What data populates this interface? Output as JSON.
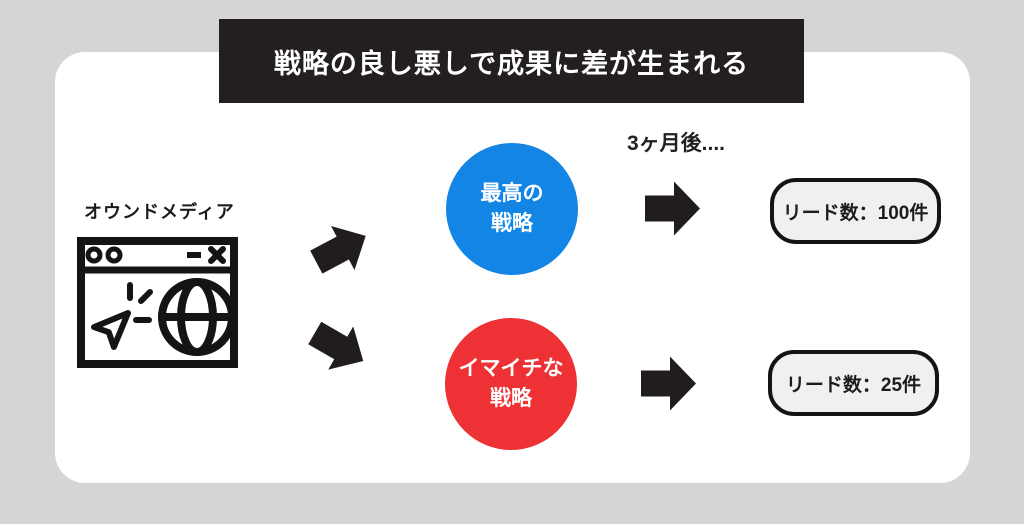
{
  "banner": {
    "title": "戦略の良し悪しで成果に差が生まれる",
    "bg_color": "#231f20",
    "text_color": "#ffffff"
  },
  "source": {
    "label": "オウンドメディア",
    "icon": "browser-window-icon"
  },
  "timeline_label": "3ヶ月後....",
  "strategies": [
    {
      "name_line1": "最高の",
      "name_line2": "戦略",
      "circle_color": "#1385e4",
      "text_color": "#ffffff",
      "result_label": "リード数：100件"
    },
    {
      "name_line1": "イマイチな",
      "name_line2": "戦略",
      "circle_color": "#ee3134",
      "text_color": "#ffffff",
      "result_label": "リード数：25件"
    }
  ],
  "colors": {
    "page_bg": "#d5d5d5",
    "card_bg": "#ffffff",
    "arrow_color": "#211d1e",
    "result_box_bg": "#f2f0ee",
    "result_box_border": "#141414"
  }
}
